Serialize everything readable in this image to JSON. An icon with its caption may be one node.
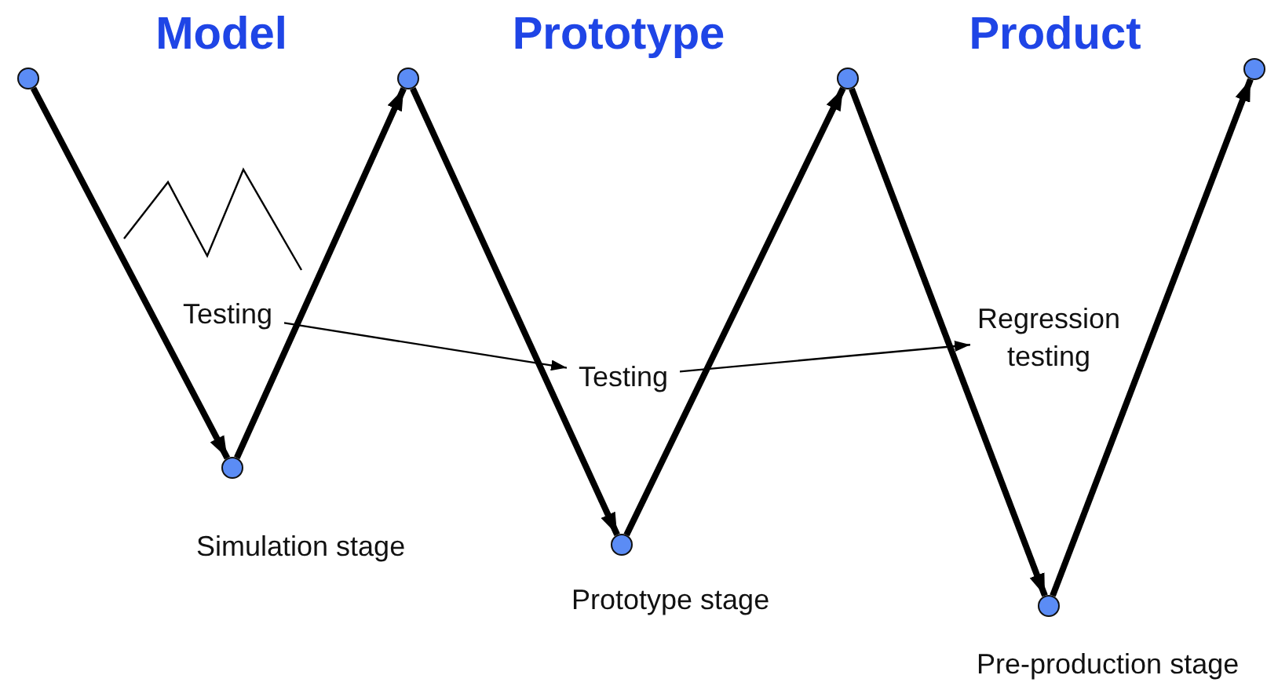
{
  "diagram": {
    "nodes": [
      {
        "text": [],
        "shape": "circle"
      },
      {
        "text": [],
        "shape": "circle",
        "beside": [
          "Simulation stage"
        ]
      },
      {
        "text": [],
        "shape": "circle"
      },
      {
        "text": [],
        "shape": "circle",
        "beside": [
          "Prototype stage"
        ]
      },
      {
        "text": [],
        "shape": "circle"
      },
      {
        "text": [],
        "shape": "circle",
        "beside": [
          "Pre-production stage"
        ]
      },
      {
        "text": [],
        "shape": "circle"
      },
      {
        "text": [
          "Testing"
        ]
      },
      {
        "text": [
          "Testing"
        ]
      },
      {
        "text": [
          "Regression testing"
        ]
      }
    ],
    "edges": [
      {
        "from": 0,
        "to": 1,
        "arrow": "to"
      },
      {
        "from": 1,
        "to": 2,
        "arrow": "to"
      },
      {
        "from": 2,
        "to": 3,
        "arrow": "to"
      },
      {
        "from": 3,
        "to": 4,
        "arrow": "to"
      },
      {
        "from": 4,
        "to": 5,
        "arrow": "to"
      },
      {
        "from": 5,
        "to": 6,
        "arrow": "to"
      },
      {
        "from": 7,
        "to": 8,
        "arrow": "to"
      },
      {
        "from": 8,
        "to": 9,
        "arrow": "to"
      }
    ],
    "labels": [
      "Model",
      "Prototype",
      "Product"
    ]
  }
}
